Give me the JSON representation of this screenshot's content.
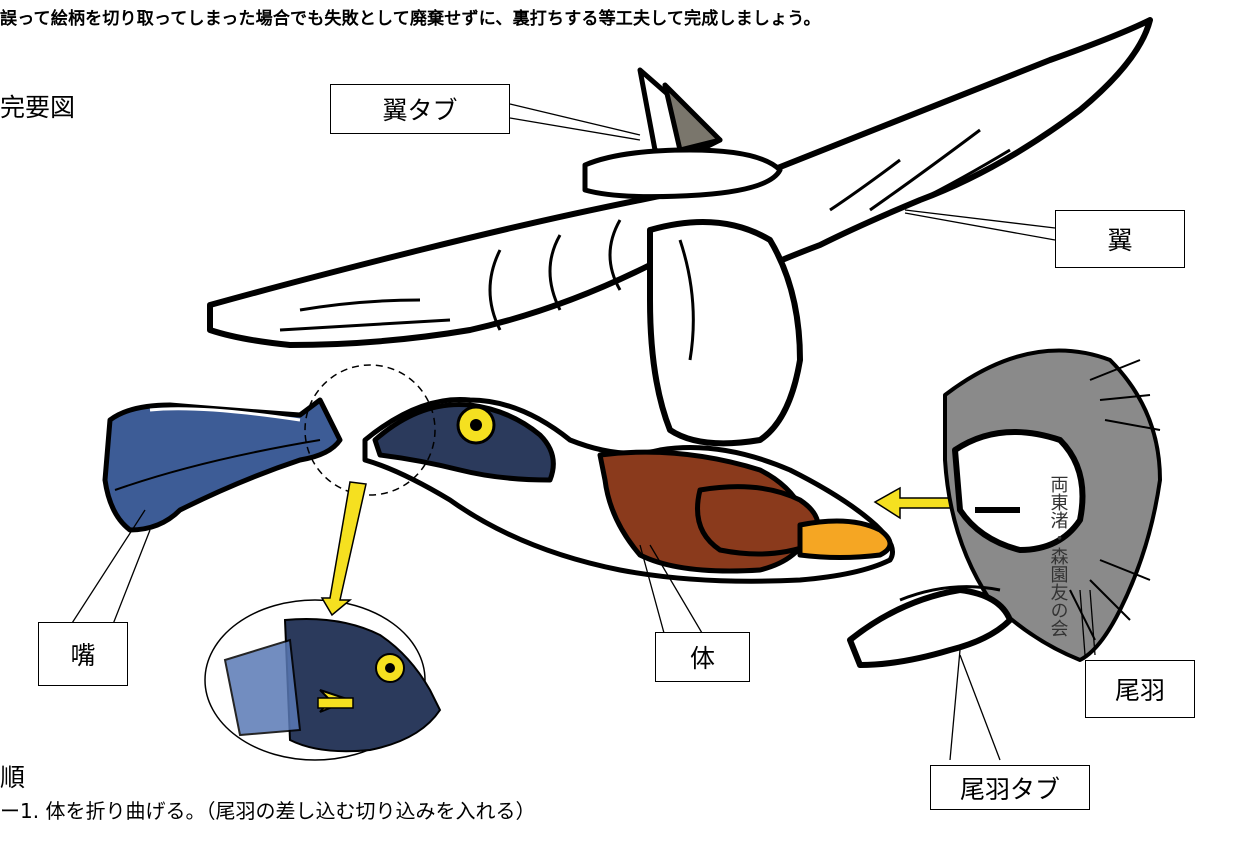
{
  "top_note": "誤って絵柄を切り取ってしまった場合でも失敗として廃棄せずに、裏打ちする等工夫して完成しましょう。",
  "section_title": "完要図",
  "labels": {
    "wing_tab": "翼タブ",
    "wing": "翼",
    "beak": "嘴",
    "body": "体",
    "tail": "尾羽",
    "tail_tab": "尾羽タブ"
  },
  "steps": {
    "heading": "順",
    "step_1": "ー1. 体を折り曲げる。（尾羽の差し込む切り込みを入れる）"
  },
  "watermark": "両東渚・森園友の会",
  "colors": {
    "head": "#2b3a5c",
    "beak": "#3d5c96",
    "chest": "#8a3a1c",
    "foot": "#f5a623",
    "eye": "#f5e020",
    "arrow": "#f5e020",
    "wing_tab": "#7a766c"
  }
}
